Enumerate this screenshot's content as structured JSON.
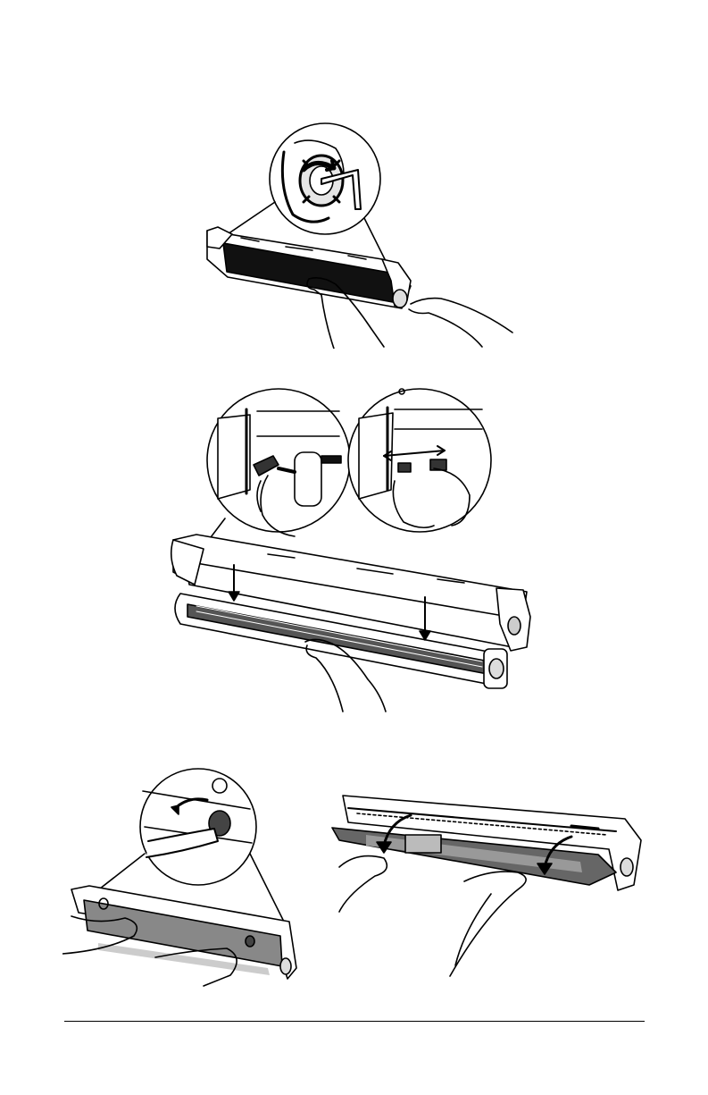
{
  "page": {
    "background": "#ffffff",
    "line_color": "#000000",
    "illustrations": [
      {
        "id": "step-1",
        "icon": "roller-end-cap-hex-key-illustration"
      },
      {
        "id": "step-2",
        "icon": "roller-cable-connection-illustration"
      },
      {
        "id": "step-3a",
        "icon": "cover-screw-illustration"
      },
      {
        "id": "step-3b",
        "icon": "cover-close-illustration"
      }
    ]
  }
}
